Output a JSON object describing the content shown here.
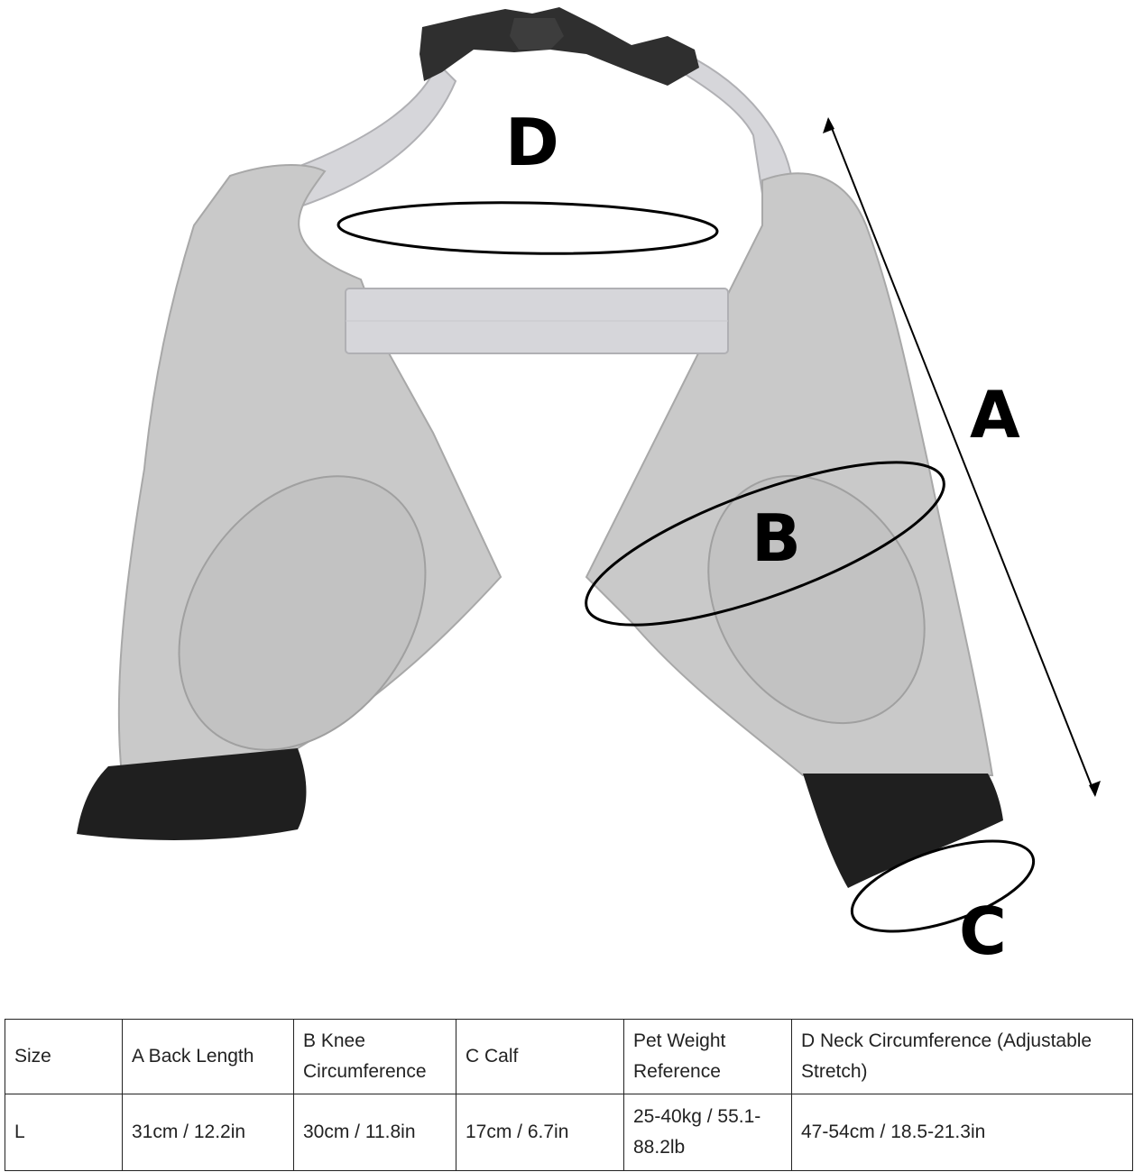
{
  "image": {
    "subject": "gray knee brace with black cuffs and neck strap buckle",
    "colors": {
      "fabric": "#c9c9c9",
      "fabric_shadow": "#b5b5b5",
      "strap": "#d6d6da",
      "cuff": "#1f1f1f",
      "buckle": "#2f2f2f",
      "annotation": "#000000"
    },
    "labels": {
      "a": "A",
      "b": "B",
      "c": "C",
      "d": "D"
    }
  },
  "table": {
    "headers": [
      "Size",
      "A Back Length",
      "B Knee Circumference",
      "C Calf",
      "Pet Weight Reference",
      "D Neck Circumference (Adjustable Stretch)"
    ],
    "rows": [
      [
        "L",
        "31cm / 12.2in",
        "30cm / 11.8in",
        "17cm / 6.7in",
        "25-40kg / 55.1-88.2lb",
        "47-54cm / 18.5-21.3in"
      ]
    ]
  }
}
